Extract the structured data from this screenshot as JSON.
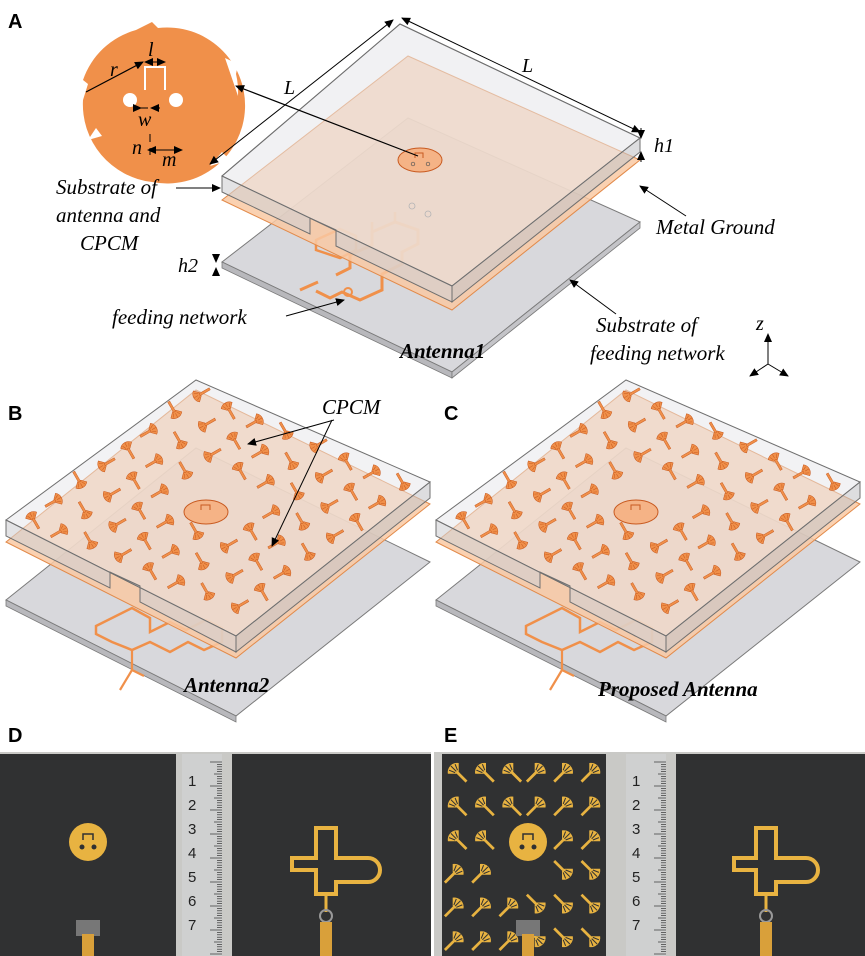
{
  "panels": {
    "a": "A",
    "b": "B",
    "c": "C",
    "d": "D",
    "e": "E"
  },
  "labels": {
    "substrate_antenna_line1": "Substrate of",
    "substrate_antenna_line2": "antenna and",
    "substrate_antenna_line3": "CPCM",
    "metal_ground": "Metal Ground",
    "feeding_network": "feeding network",
    "substrate_feed_line1": "Substrate of",
    "substrate_feed_line2": "feeding network",
    "antenna1": "Antenna1",
    "antenna2": "Antenna2",
    "proposed_antenna": "Proposed Antenna",
    "cpcm": "CPCM"
  },
  "dimensions": {
    "L_left": "L",
    "L_top": "L",
    "h1": "h1",
    "h2": "h2",
    "l": "l",
    "r": "r",
    "w": "w",
    "n": "n",
    "m": "m"
  },
  "axis": {
    "z": "z"
  },
  "ruler_marks": [
    "1",
    "2",
    "3",
    "4",
    "5",
    "6",
    "7"
  ],
  "colors": {
    "copper": "#f0904a",
    "copper_dark": "#d9692a",
    "ground_fill": "#f9c9a3",
    "substrate_fill": "#d8d8dc",
    "substrate_edge": "#7a7a7a",
    "board_black": "#303132",
    "gold": "#e8b341"
  }
}
